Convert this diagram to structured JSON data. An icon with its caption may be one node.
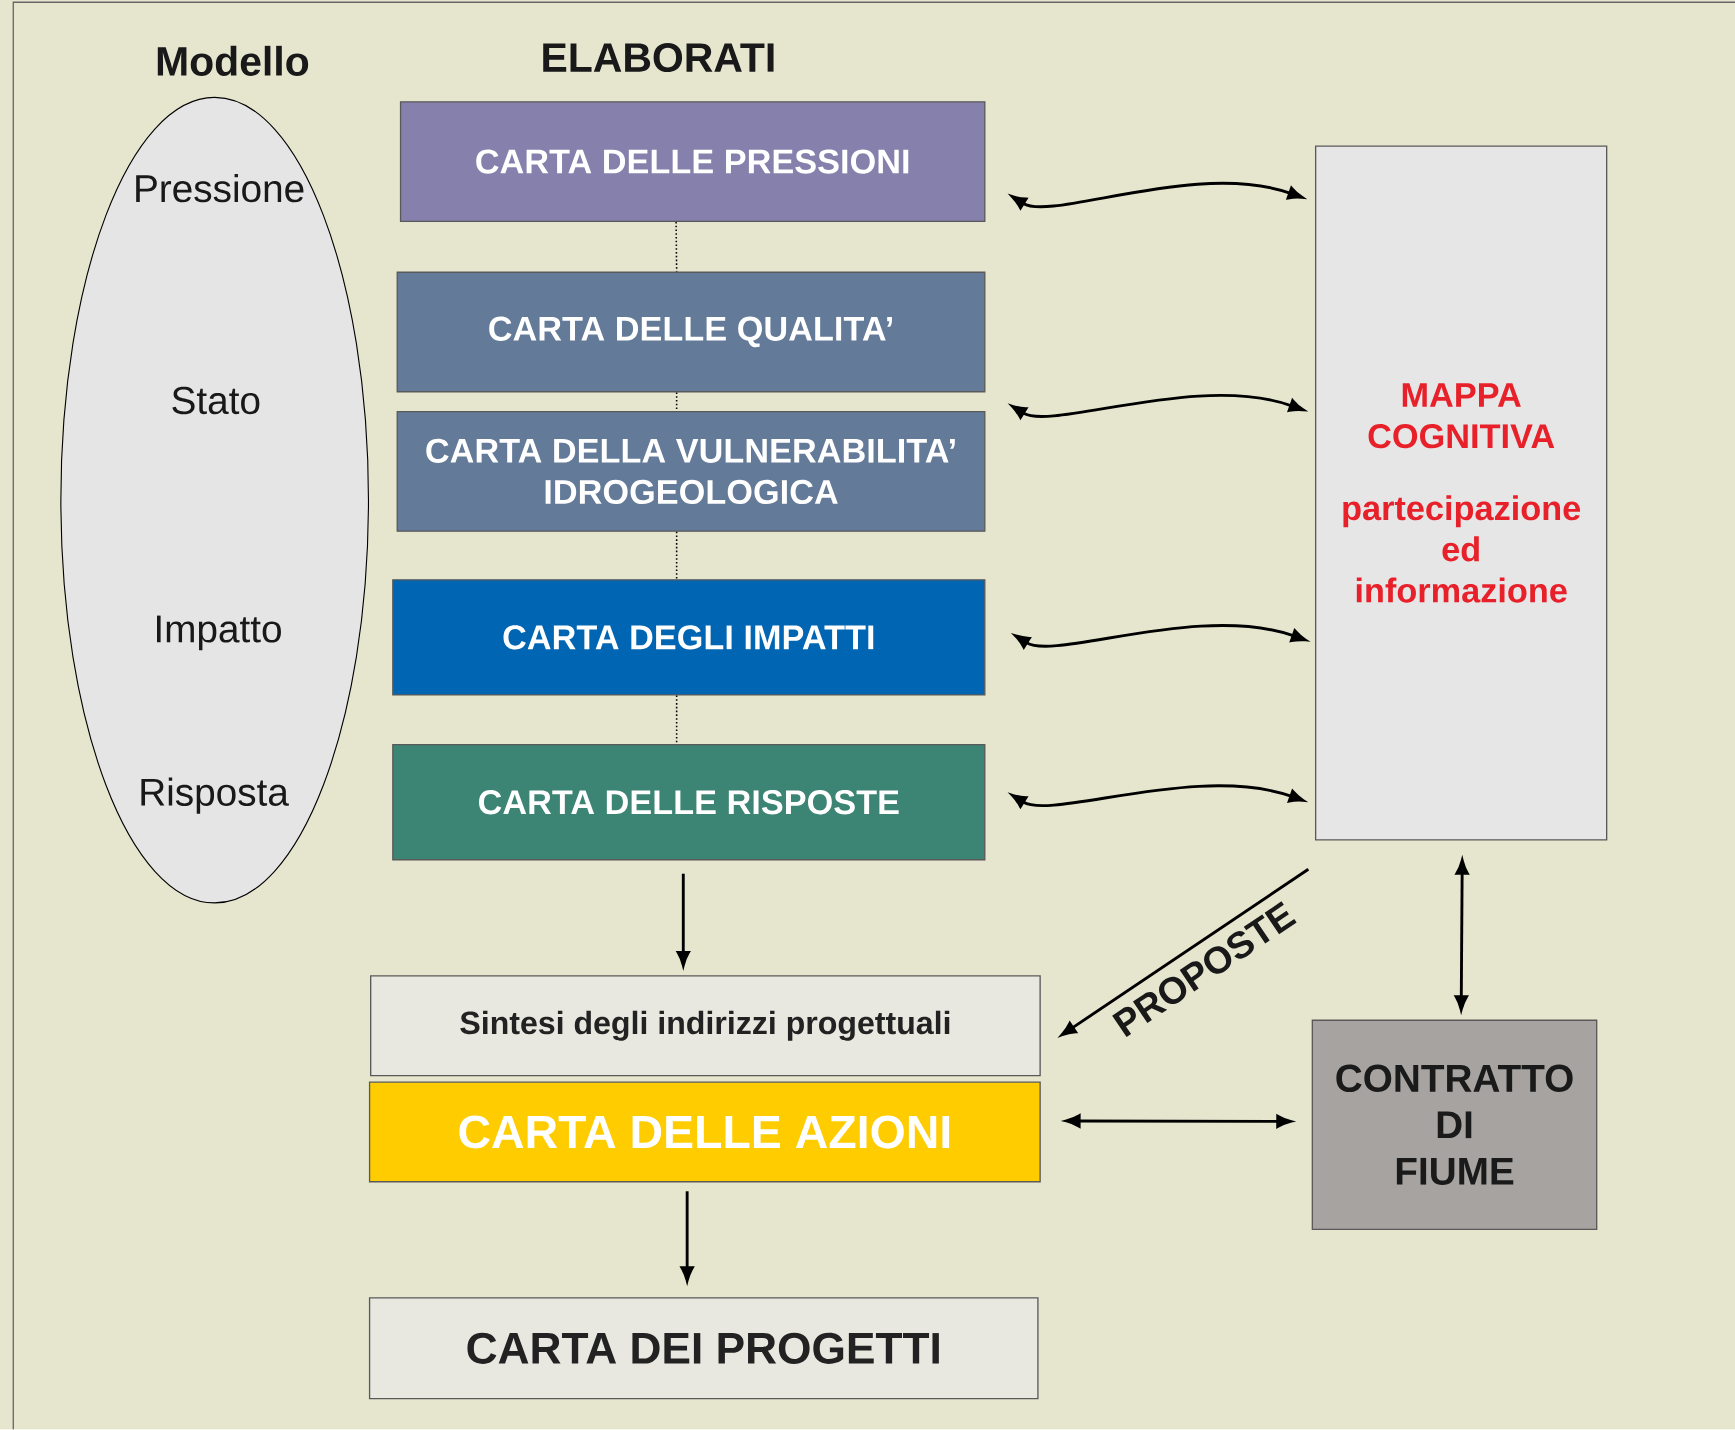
{
  "diagram": {
    "title": "ELABORATI",
    "nodes": [
      {
        "text": [
          "Modello",
          "Pressione",
          "Stato",
          "Impatto",
          "Risposta"
        ]
      },
      {
        "text": [
          "CARTA DELLE PRESSIONI"
        ]
      },
      {
        "text": [
          "CARTA DELLE QUALITA’"
        ]
      },
      {
        "text": [
          "CARTA DELLA VULNERABILITA’ IDROGEOLOGICA"
        ]
      },
      {
        "text": [
          "CARTA DEGLI IMPATTI"
        ]
      },
      {
        "text": [
          "CARTA DELLE RISPOSTE"
        ]
      },
      {
        "text": [
          "MAPPA COGNITIVA",
          "partecipazione ed informazione"
        ]
      },
      {
        "text": [
          "Sintesi degli indirizzi progettuali"
        ]
      },
      {
        "text": [
          "CARTA DELLE AZIONI"
        ]
      },
      {
        "text": [
          "CONTRATTO DI FIUME"
        ]
      },
      {
        "text": [
          "CARTA DEI PROGETTI"
        ]
      }
    ],
    "edges": [
      {
        "from": 1,
        "to": 2,
        "arrow": "none",
        "style": "dashed"
      },
      {
        "from": 2,
        "to": 3,
        "arrow": "none",
        "style": "dashed"
      },
      {
        "from": 3,
        "to": 4,
        "arrow": "none",
        "style": "dashed"
      },
      {
        "from": 4,
        "to": 5,
        "arrow": "none",
        "style": "dashed"
      },
      {
        "from": 1,
        "to": 6,
        "arrow": "both"
      },
      {
        "from": 3,
        "to": 6,
        "arrow": "both"
      },
      {
        "from": 4,
        "to": 6,
        "arrow": "both"
      },
      {
        "from": 5,
        "to": 6,
        "arrow": "both"
      },
      {
        "from": 5,
        "to": 7,
        "arrow": "to"
      },
      {
        "from": 6,
        "to": 7,
        "arrow": "to",
        "label": "PROPOSTE"
      },
      {
        "from": 6,
        "to": 9,
        "arrow": "both"
      },
      {
        "from": 8,
        "to": 9,
        "arrow": "both"
      },
      {
        "from": 8,
        "to": 10,
        "arrow": "to"
      }
    ]
  }
}
